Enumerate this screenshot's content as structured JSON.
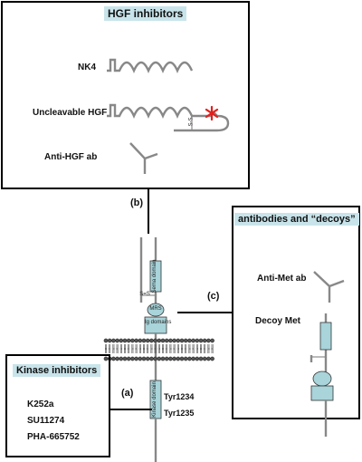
{
  "hgf_panel": {
    "title": "HGF inhibitors",
    "nk4": "NK4",
    "uncleavable": "Uncleavable HGF",
    "ss": "S-S",
    "anti_hgf": "Anti-HGF ab"
  },
  "kinase_panel": {
    "title": "Kinase inhibitors",
    "items": [
      "K252a",
      "SU11274",
      "PHA-665752"
    ]
  },
  "decoy_panel": {
    "title": "antibodies and “decoys”",
    "anti_met": "Anti-Met ab",
    "decoy_met": "Decoy Met"
  },
  "receptor": {
    "sema": "Sema domain",
    "ss": "S=S",
    "mrs": "MRS",
    "ig": "Ig domains",
    "kinase": "Kinase domain",
    "tyr1": "Tyr1234",
    "tyr2": "Tyr1235"
  },
  "arrows": {
    "a": "(a)",
    "b": "(b)",
    "c": "(c)"
  },
  "colors": {
    "panel_title_bg": "#c8e4ea",
    "domain_fill": "#a8d4da",
    "star": "#e0201c",
    "line": "#777777"
  }
}
